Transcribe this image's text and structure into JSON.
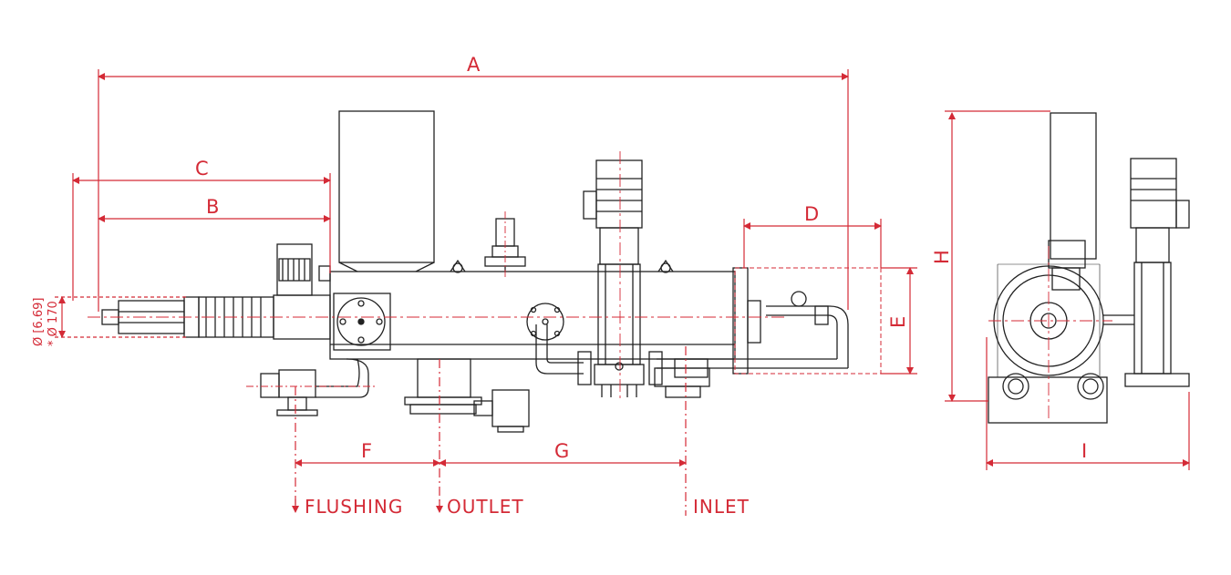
{
  "colors": {
    "dimension": "#d42a36",
    "equipment": "#222222"
  },
  "dimensions": {
    "A": "A",
    "B": "B",
    "C": "C",
    "D": "D",
    "E": "E",
    "F": "F",
    "G": "G",
    "H": "H",
    "I": "I"
  },
  "diameter": {
    "inch": "Ø [6.69]",
    "mm": "* Ø 170"
  },
  "ports": {
    "flushing": "FLUSHING",
    "outlet": "OUTLET",
    "inlet": "INLET"
  }
}
